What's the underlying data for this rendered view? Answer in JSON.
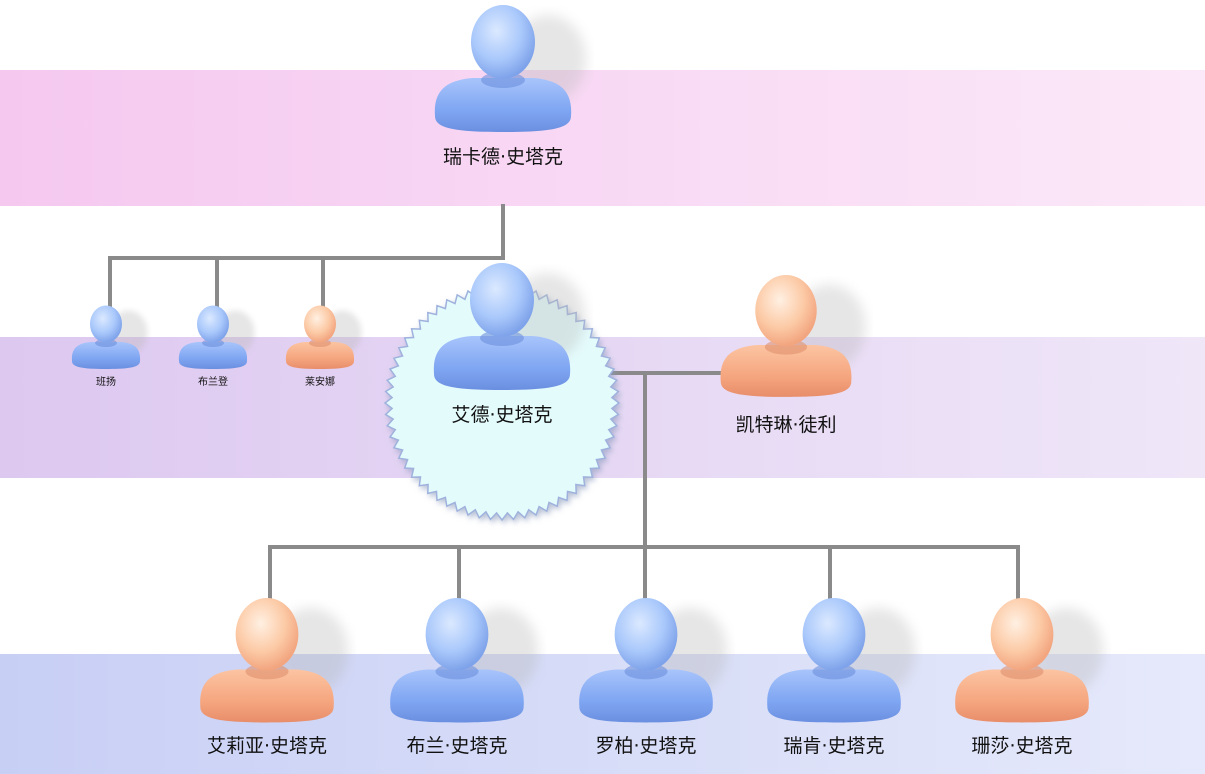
{
  "colors": {
    "male_body": "#7fa6f2",
    "male_head": "#a9c8fb",
    "female_body": "#f5a67f",
    "female_head": "#fccaa6",
    "connector": "#8a8a8a",
    "highlight_badge": "#e4fbfc"
  },
  "people": {
    "grandparent": {
      "name": "瑞卡德·史塔克",
      "gender": "male"
    },
    "self": {
      "name": "艾德·史塔克",
      "gender": "male",
      "highlighted": true
    },
    "spouse": {
      "name": "凯特琳·徒利",
      "gender": "female"
    },
    "siblings": [
      {
        "name": "班扬",
        "gender": "male"
      },
      {
        "name": "布兰登",
        "gender": "male"
      },
      {
        "name": "莱安娜",
        "gender": "female"
      }
    ],
    "children": [
      {
        "name": "艾莉亚·史塔克",
        "gender": "female"
      },
      {
        "name": "布兰·史塔克",
        "gender": "male"
      },
      {
        "name": "罗柏·史塔克",
        "gender": "male"
      },
      {
        "name": "瑞肯·史塔克",
        "gender": "male"
      },
      {
        "name": "珊莎·史塔克",
        "gender": "female"
      }
    ]
  }
}
